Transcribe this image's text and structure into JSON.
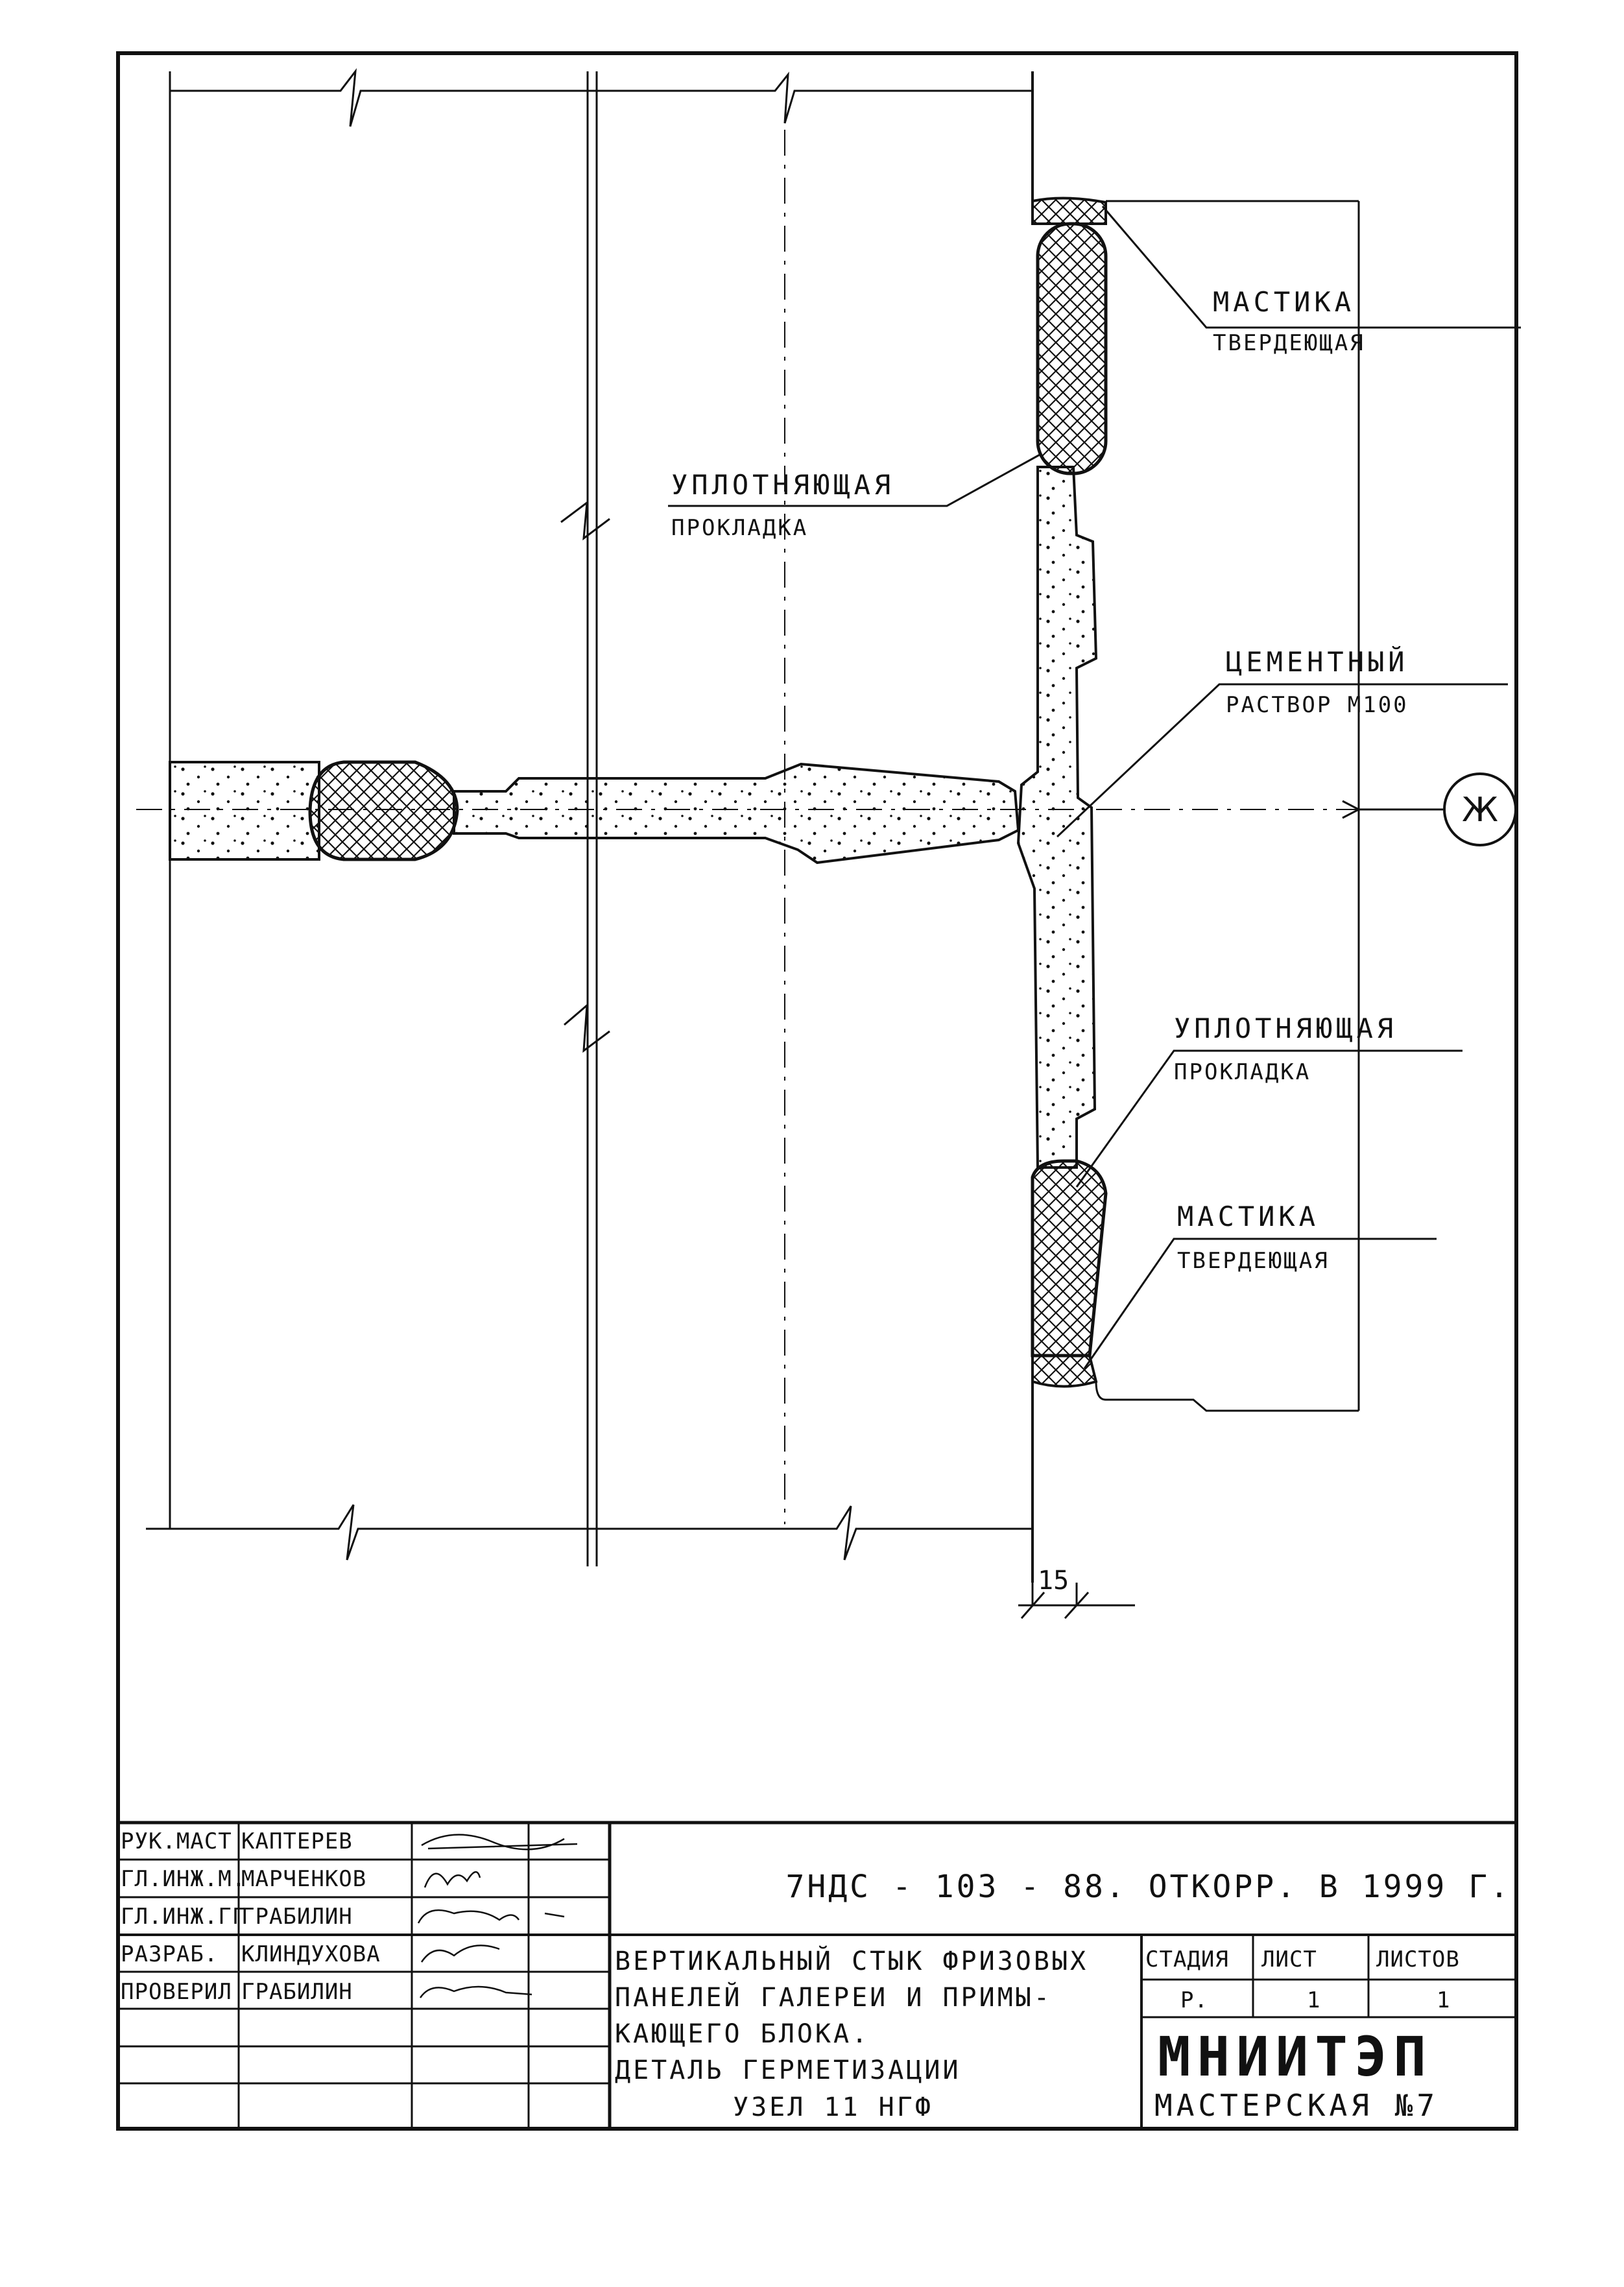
{
  "drawing": {
    "labels": {
      "mastic_top_1": "МАСТИКА",
      "mastic_top_2": "ТВЕРДЕЮЩАЯ",
      "gasket_left_1": "УПЛОТНЯЮЩАЯ",
      "gasket_left_2": "ПРОКЛАДКА",
      "mortar_1": "ЦЕМЕНТНЫЙ",
      "mortar_2": "РАСТВОР М100",
      "gasket_bottom_1": "УПЛОТНЯЮЩАЯ",
      "gasket_bottom_2": "ПРОКЛАДКА",
      "mastic_bottom_1": "МАСТИКА",
      "mastic_bottom_2": "ТВЕРДЕЮЩАЯ"
    },
    "axis_marker": "Ж",
    "dimension": "15"
  },
  "title_block": {
    "rows": [
      {
        "role": "РУК.МАСТ",
        "name": "КАПТЕРЕВ"
      },
      {
        "role": "ГЛ.ИНЖ.М.",
        "name": "МАРЧЕНКОВ"
      },
      {
        "role": "ГЛ.ИНЖ.ГГ",
        "name": "ГРАБИЛИН"
      },
      {
        "role": "РАЗРАБ.",
        "name": "КЛИНДУХОВА"
      },
      {
        "role": "ПРОВЕРИЛ",
        "name": "ГРАБИЛИН"
      }
    ],
    "doc_code": "7НДС - 103 - 88. ОТКОРР. В 1999 Г.",
    "description": [
      "ВЕРТИКАЛЬНЫЙ СТЫК ФРИЗОВЫХ",
      "ПАНЕЛЕЙ ГАЛЕРЕИ И ПРИМЫ-",
      "КАЮЩЕГО БЛОКА.",
      "ДЕТАЛЬ ГЕРМЕТИЗАЦИИ",
      "УЗЕЛ 11 НГФ"
    ],
    "stage_header": "СТАДИЯ",
    "sheet_header": "ЛИСТ",
    "sheets_header": "ЛИСТОВ",
    "stage_value": "Р.",
    "sheet_value": "1",
    "sheets_value": "1",
    "org_name": "МНИИТЭП",
    "org_sub": "МАСТЕРСКАЯ №7"
  }
}
